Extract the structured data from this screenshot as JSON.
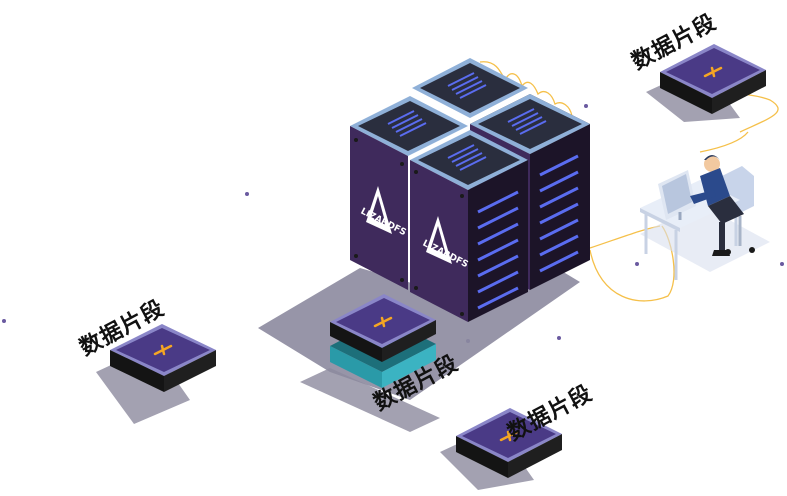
{
  "scene": {
    "brand_name": "LIZARDFS",
    "chunk_labels": [
      "数据片段",
      "数据片段",
      "数据片段",
      "数据片段"
    ]
  },
  "colors": {
    "server_front": "#3f2a5c",
    "server_side": "#2a1c40",
    "server_top": "#2a2e3e",
    "server_top_frame": "#8fb0d8",
    "vent_stripe": "#5a6cf0",
    "chunk_top": "#4a3a86",
    "chunk_edge": "#8a86c8",
    "chunk_body": "#141414",
    "accent_orange": "#f5a623",
    "cable": "#f5c04a",
    "shadow": "#8c8a9e",
    "desk": "#e8eef8",
    "person_shirt": "#2b4a8c"
  },
  "icons": [
    "shard-icon",
    "lizardfs-logo-icon",
    "user-workstation-icon"
  ]
}
